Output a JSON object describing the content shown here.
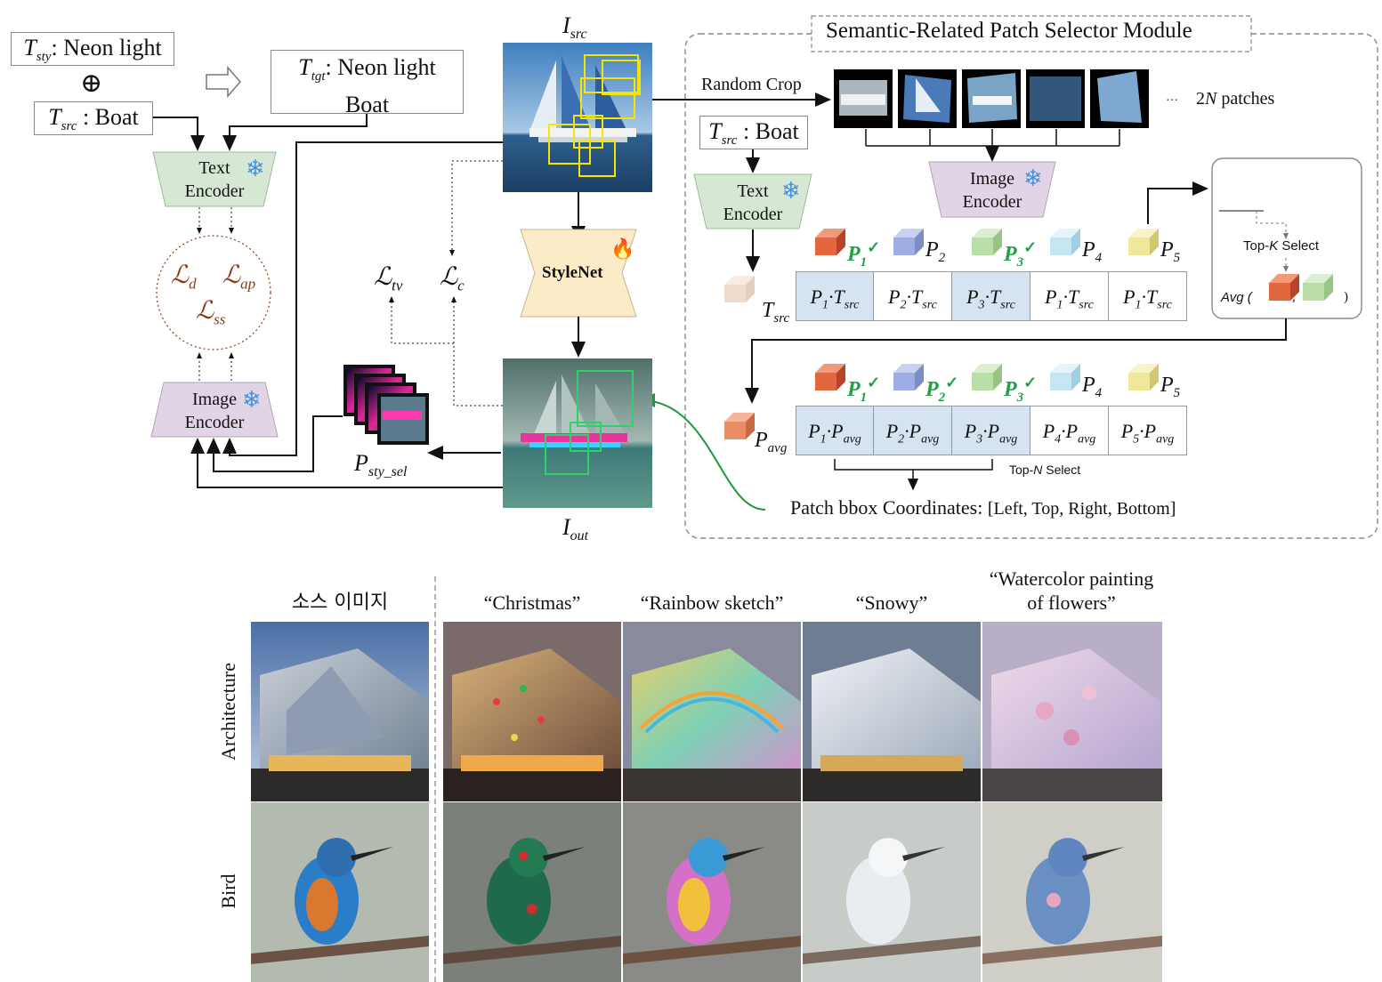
{
  "top_left": {
    "t_sty": {
      "sym": "T",
      "sub": "sty",
      "text": ": Neon light"
    },
    "oplus": "⊕",
    "t_src": {
      "sym": "T",
      "sub": "src",
      "text": " : Boat"
    },
    "t_tgt": {
      "sym": "T",
      "sub": "tgt",
      "line1": ": Neon light",
      "line2": "Boat"
    },
    "text_encoder": {
      "line1": "Text",
      "line2": "Encoder"
    },
    "image_encoder": {
      "line1": "Image",
      "line2": "Encoder"
    },
    "loss_d": {
      "sym": "ℒ",
      "sub": "d"
    },
    "loss_ap": {
      "sym": "ℒ",
      "sub": "ap"
    },
    "loss_ss": {
      "sym": "ℒ",
      "sub": "ss"
    },
    "loss_tv": {
      "sym": "ℒ",
      "sub": "tv"
    },
    "loss_c": {
      "sym": "ℒ",
      "sub": "c"
    },
    "p_sty_sel": {
      "sym": "P",
      "sub": "sty_sel"
    }
  },
  "center": {
    "i_src": {
      "sym": "I",
      "sub": "src"
    },
    "i_out": {
      "sym": "I",
      "sub": "out"
    },
    "stylenet": "StyleNet"
  },
  "module": {
    "title": "Semantic-Related Patch Selector Module",
    "random_crop": "Random Crop",
    "patches_ellipsis": "···",
    "patches_n": "2",
    "patches_n_sym": "N",
    "patches_word": "patches",
    "t_src": {
      "sym": "T",
      "sub": "src",
      "text": " : Boat"
    },
    "text_encoder": {
      "line1": "Text",
      "line2": "Encoder"
    },
    "image_encoder": {
      "line1": "Image",
      "line2": "Encoder"
    },
    "row1_labels": [
      {
        "sym": "P",
        "sub": "1",
        "check": "✓",
        "green": true
      },
      {
        "sym": "P",
        "sub": "2",
        "check": "",
        "green": false
      },
      {
        "sym": "P",
        "sub": "3",
        "check": "✓",
        "green": true
      },
      {
        "sym": "P",
        "sub": "4",
        "check": "",
        "green": false
      },
      {
        "sym": "P",
        "sub": "5",
        "check": "",
        "green": false
      }
    ],
    "row1_cells": [
      {
        "a": "P",
        "asub": "1",
        "b": "T",
        "bsub": "src"
      },
      {
        "a": "P",
        "asub": "2",
        "b": "T",
        "bsub": "src"
      },
      {
        "a": "P",
        "asub": "3",
        "b": "T",
        "bsub": "src"
      },
      {
        "a": "P",
        "asub": "1",
        "b": "T",
        "bsub": "src"
      },
      {
        "a": "P",
        "asub": "1",
        "b": "T",
        "bsub": "src"
      }
    ],
    "row1_side": {
      "sym": "T",
      "sub": "src"
    },
    "row2_labels": [
      {
        "sym": "P",
        "sub": "1",
        "check": "✓",
        "green": true
      },
      {
        "sym": "P",
        "sub": "2",
        "check": "✓",
        "green": true
      },
      {
        "sym": "P",
        "sub": "3",
        "check": "✓",
        "green": true
      },
      {
        "sym": "P",
        "sub": "4",
        "check": "",
        "green": false
      },
      {
        "sym": "P",
        "sub": "5",
        "check": "",
        "green": false
      }
    ],
    "row2_cells": [
      {
        "a": "P",
        "asub": "1",
        "b": "P",
        "bsub": "avg"
      },
      {
        "a": "P",
        "asub": "2",
        "b": "P",
        "bsub": "avg"
      },
      {
        "a": "P",
        "asub": "3",
        "b": "P",
        "bsub": "avg"
      },
      {
        "a": "P",
        "asub": "4",
        "b": "P",
        "bsub": "avg"
      },
      {
        "a": "P",
        "asub": "5",
        "b": "P",
        "bsub": "avg"
      }
    ],
    "row2_side": {
      "sym": "P",
      "sub": "avg"
    },
    "topk": {
      "prefix": "Top-",
      "k": "K",
      "suffix": " Select"
    },
    "avg_open": "Avg (",
    "avg_comma": ",",
    "avg_close": ")",
    "topn": {
      "prefix": "Top-",
      "n": "N",
      "suffix": " Select"
    },
    "bbox_label": "Patch bbox Coordinates:",
    "bbox_value": "[Left, Top, Right, Bottom]"
  },
  "grid": {
    "columns": [
      "소스 이미지",
      "“Christmas”",
      "“Rainbow sketch”",
      "“Snowy”",
      "“Watercolor painting of flowers”"
    ],
    "watercolor_line1": "“Watercolor painting",
    "watercolor_line2": "of flowers”",
    "rows": [
      "Architecture",
      "Bird"
    ]
  },
  "colors": {
    "orange": "#e2673f",
    "blue": "#9eaee4",
    "green": "#b9dfa7",
    "lightblue": "#c7e6f3",
    "yellow": "#efe79a",
    "text_enc": "#d6e8d4",
    "image_enc": "#e0d4e6",
    "stylenet": "#fcebc7",
    "loss_brown": "#8b3a16",
    "highlight": "#d6e4f1",
    "check_green": "#22a045",
    "snow": "#4a90d9",
    "fire": "#e8501a"
  }
}
